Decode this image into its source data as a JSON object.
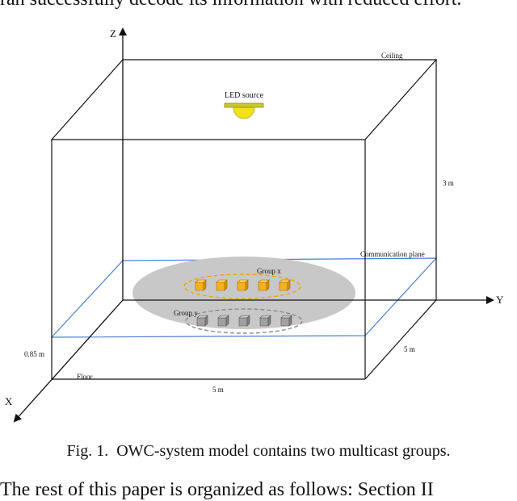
{
  "text": {
    "top_line": "ran successfully decode its information with reduced effort.",
    "bottom_line": "The rest of this paper is organized as follows: Section II"
  },
  "figure": {
    "labels": {
      "axis_z": "Z",
      "axis_y": "Y",
      "axis_x": "X",
      "ceiling": "Ceiling",
      "led_source": "LED source",
      "height": "3 m",
      "communication_plane": "Communication plane",
      "group_x": "Group x",
      "group_y": "Group y",
      "plane_height": "0.85 m",
      "floor": "Floor",
      "width": "5 m",
      "depth": "5 m"
    },
    "colors": {
      "edge": "#111111",
      "plane_outline": "#4a7fd4",
      "ellipse_fill": "#c8c8c8",
      "led_bar": "#c9c92a",
      "led_bulb": "#f2e21a",
      "group_x_cube": "#f4b21c",
      "group_x_ring": "#f0a500",
      "group_y_cube": "#a0a0a0",
      "group_y_ring": "#8a8a8a"
    },
    "group_x_count": 5,
    "group_y_count": 5
  },
  "caption": {
    "label": "Fig. 1.",
    "text": "OWC-system model contains two multicast groups."
  }
}
